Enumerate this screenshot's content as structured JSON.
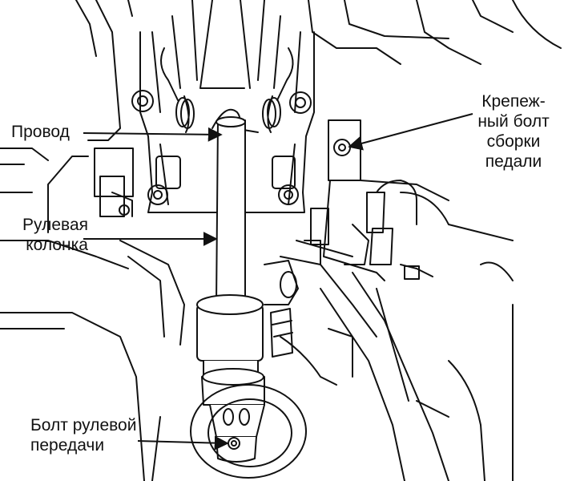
{
  "labels": {
    "wire": "Провод",
    "column": "Рулевая\nколонка",
    "pedal_bolt": "Крепеж-\nный болт\nсборки\nпедали",
    "gear_bolt": "Болт рулевой\nпередачи"
  },
  "colors": {
    "line": "#111111",
    "background": "#ffffff"
  }
}
